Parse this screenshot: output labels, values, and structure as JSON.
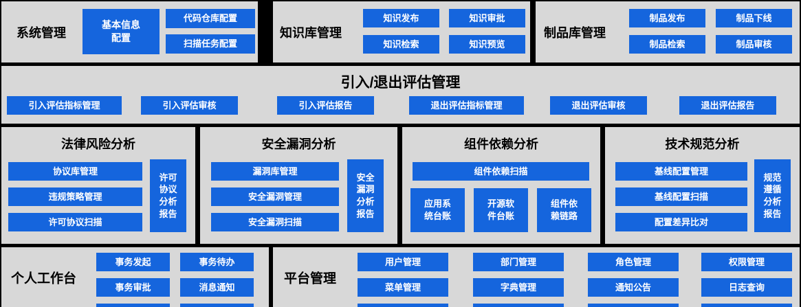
{
  "colors": {
    "background": "#000000",
    "panel": "#d8d8d8",
    "button": "#1565dd",
    "button_text": "#ffffff",
    "title_text": "#000000"
  },
  "panels": {
    "system": {
      "title": "系统管理",
      "buttons": [
        "基本信息\n配置",
        "代码仓库配置",
        "扫描任务配置"
      ]
    },
    "knowledge": {
      "title": "知识库管理",
      "buttons": [
        "知识发布",
        "知识审批",
        "知识检索",
        "知识预览"
      ]
    },
    "product": {
      "title": "制品库管理",
      "buttons": [
        "制品发布",
        "制品下线",
        "制品检索",
        "制品审核"
      ]
    },
    "evaluation": {
      "title": "引入/退出评估管理",
      "buttons": [
        "引入评估指标管理",
        "引入评估审核",
        "引入评估报告",
        "退出评估指标管理",
        "退出评估审核",
        "退出评估报告"
      ]
    },
    "legal": {
      "title": "法律风险分析",
      "buttons": [
        "协议库管理",
        "违规策略管理",
        "许可协议扫描"
      ],
      "report": "许可\n协议\n分析\n报告"
    },
    "security": {
      "title": "安全漏洞分析",
      "buttons": [
        "漏洞库管理",
        "安全漏洞管理",
        "安全漏洞扫描"
      ],
      "report": "安全\n漏洞\n分析\n报告"
    },
    "component": {
      "title": "组件依赖分析",
      "scan": "组件依赖扫描",
      "buttons": [
        "应用系\n统台账",
        "开源软\n件台账",
        "组件依\n赖链路"
      ]
    },
    "tech": {
      "title": "技术规范分析",
      "buttons": [
        "基线配置管理",
        "基线配置扫描",
        "配置差异比对"
      ],
      "report": "规范\n遵循\n分析\n报告"
    },
    "workspace": {
      "title": "个人工作台",
      "buttons": [
        "事务发起",
        "事务待办",
        "事务审批",
        "消息通知"
      ]
    },
    "platform": {
      "title": "平台管理",
      "buttons": [
        "用户管理",
        "部门管理",
        "角色管理",
        "权限管理",
        "菜单管理",
        "字典管理",
        "通知公告",
        "日志查询"
      ]
    }
  }
}
